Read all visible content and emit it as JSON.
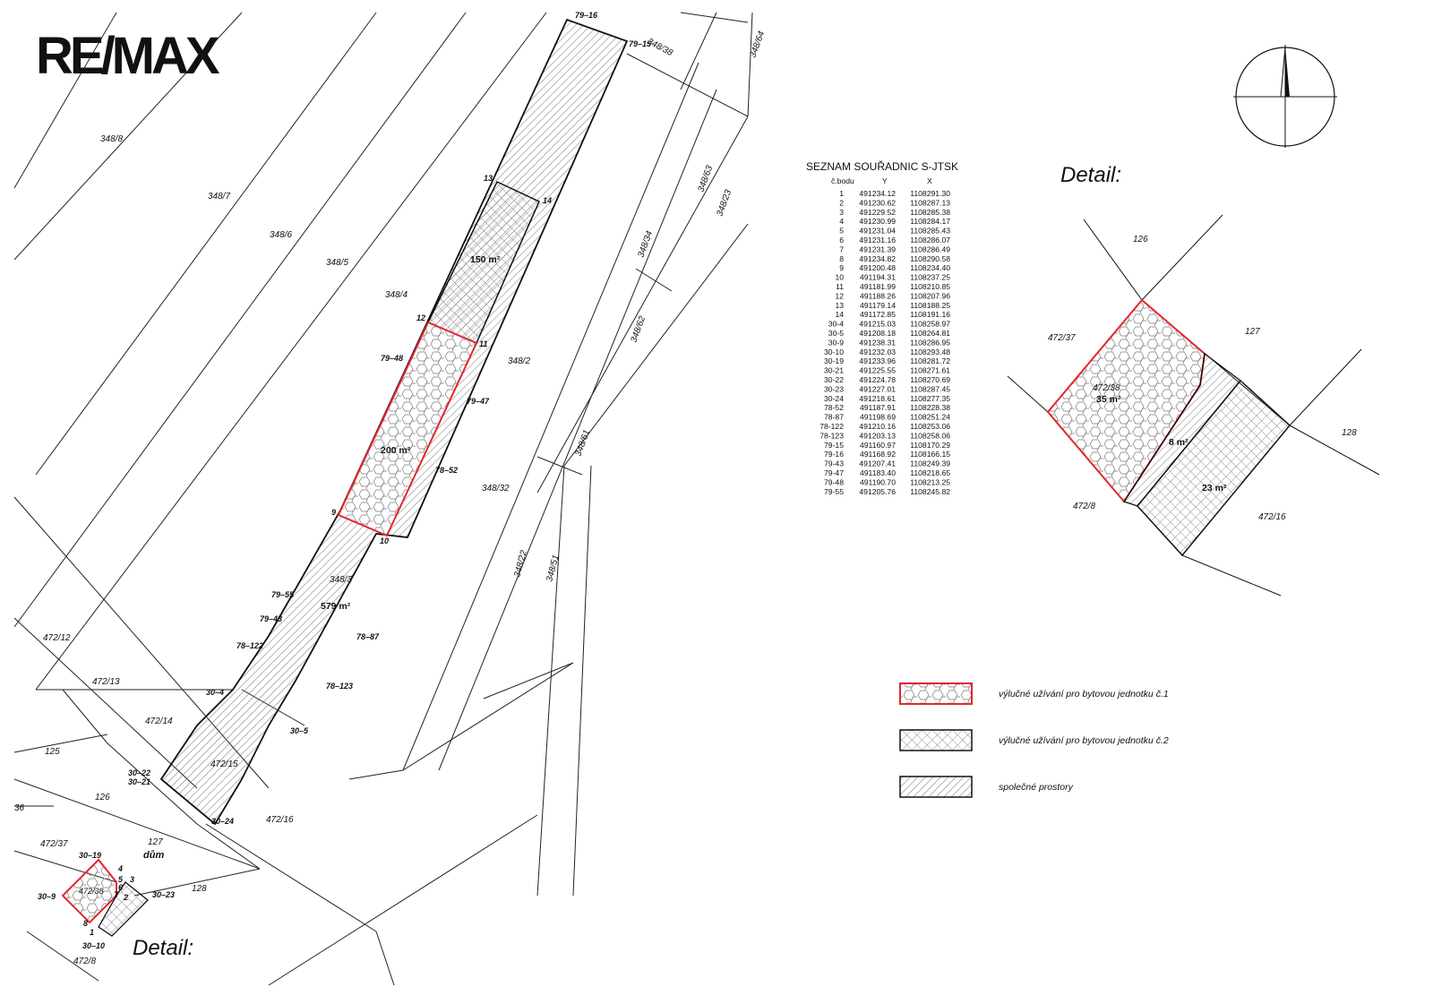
{
  "logo": {
    "text": "RE/MAX"
  },
  "table": {
    "title": "SEZNAM SOUŘADNIC S-JTSK",
    "headers": [
      "č.bodu",
      "Y",
      "X"
    ],
    "rows": [
      [
        "1",
        "491234.12",
        "1108291.30"
      ],
      [
        "2",
        "491230.62",
        "1108287.13"
      ],
      [
        "3",
        "491229.52",
        "1108285.38"
      ],
      [
        "4",
        "491230.99",
        "1108284.17"
      ],
      [
        "5",
        "491231.04",
        "1108285.43"
      ],
      [
        "6",
        "491231.16",
        "1108286.07"
      ],
      [
        "7",
        "491231.39",
        "1108286.49"
      ],
      [
        "8",
        "491234.82",
        "1108290.58"
      ],
      [
        "9",
        "491200.48",
        "1108234.40"
      ],
      [
        "10",
        "491194.31",
        "1108237.25"
      ],
      [
        "11",
        "491181.99",
        "1108210.85"
      ],
      [
        "12",
        "491188.26",
        "1108207.96"
      ],
      [
        "13",
        "491179.14",
        "1108188.25"
      ],
      [
        "14",
        "491172.85",
        "1108191.16"
      ],
      [
        "30-4",
        "491215.03",
        "1108258.97"
      ],
      [
        "30-5",
        "491208.18",
        "1108264.81"
      ],
      [
        "30-9",
        "491238.31",
        "1108286.95"
      ],
      [
        "30-10",
        "491232.03",
        "1108293.48"
      ],
      [
        "30-19",
        "491233.96",
        "1108281.72"
      ],
      [
        "30-21",
        "491225.55",
        "1108271.61"
      ],
      [
        "30-22",
        "491224.78",
        "1108270.69"
      ],
      [
        "30-23",
        "491227.01",
        "1108287.45"
      ],
      [
        "30-24",
        "491218.61",
        "1108277.35"
      ],
      [
        "78-52",
        "491187.91",
        "1108228.38"
      ],
      [
        "78-87",
        "491198.69",
        "1108251.24"
      ],
      [
        "78-122",
        "491210.16",
        "1108253.06"
      ],
      [
        "78-123",
        "491203.13",
        "1108258.06"
      ],
      [
        "79-15",
        "491160.97",
        "1108170.29"
      ],
      [
        "79-16",
        "491168.92",
        "1108166.15"
      ],
      [
        "79-43",
        "491207.41",
        "1108249.39"
      ],
      [
        "79-47",
        "491183.40",
        "1108218.65"
      ],
      [
        "79-48",
        "491190.70",
        "1108213.25"
      ],
      [
        "79-55",
        "491205.76",
        "1108245.82"
      ]
    ]
  },
  "detail_title": "Detail:",
  "detail_title_bottom": "Detail:",
  "parcels": {
    "p348_8": "348/8",
    "p348_7": "348/7",
    "p348_6": "348/6",
    "p348_5": "348/5",
    "p348_4": "348/4",
    "p348_2": "348/2",
    "p348_3": "348/3",
    "p348_38": "348/38",
    "p348_64": "348/64",
    "p348_63": "348/63",
    "p348_23": "348/23",
    "p348_34": "348/34",
    "p348_62": "348/62",
    "p348_61": "348/61",
    "p348_32": "348/32",
    "p348_22": "348/22",
    "p348_51": "348/51",
    "p472_12": "472/12",
    "p472_13": "472/13",
    "p472_14": "472/14",
    "p472_15": "472/15",
    "p472_16": "472/16",
    "p472_37": "472/37",
    "p472_38": "472/38",
    "p472_8": "472/8",
    "p125": "125",
    "p126": "126",
    "p127": "127",
    "p128": "128",
    "p36": "36",
    "dum": "dům"
  },
  "points": {
    "pt79_16": "79–16",
    "pt79_15": "79–15",
    "pt13": "13",
    "pt14": "14",
    "pt12": "12",
    "pt11": "11",
    "pt79_48": "79–48",
    "pt79_47": "79–47",
    "pt78_52": "78–52",
    "pt9": "9",
    "pt10": "10",
    "pt79_55": "79–55",
    "pt79_43": "79–43",
    "pt78_87": "78–87",
    "pt78_122": "78–122",
    "pt78_123": "78–123",
    "pt30_4": "30–4",
    "pt30_5": "30–5",
    "pt30_22": "30–22",
    "pt30_21": "30–21",
    "pt30_24": "30–24",
    "pt30_19": "30–19",
    "pt30_9": "30–9",
    "pt30_23": "30–23",
    "pt30_10": "30–10",
    "pt1": "1",
    "pt2": "2",
    "pt3": "3",
    "pt4": "4",
    "pt5": "5",
    "pt6": "6",
    "pt7": "7",
    "pt8": "8"
  },
  "areas": {
    "a150": "150 m²",
    "a200": "200 m²",
    "a579": "579 m²",
    "a35": "35 m²",
    "a8": "8 m²",
    "a23": "23 m²"
  },
  "legend": {
    "item1": "výlučné užívání pro bytovou jednotku č.1",
    "item2": "výlučné užívání pro bytovou jednotku č.2",
    "item3": "společné prostory"
  },
  "colors": {
    "highlight": "#e3262d",
    "ink": "#111111"
  }
}
